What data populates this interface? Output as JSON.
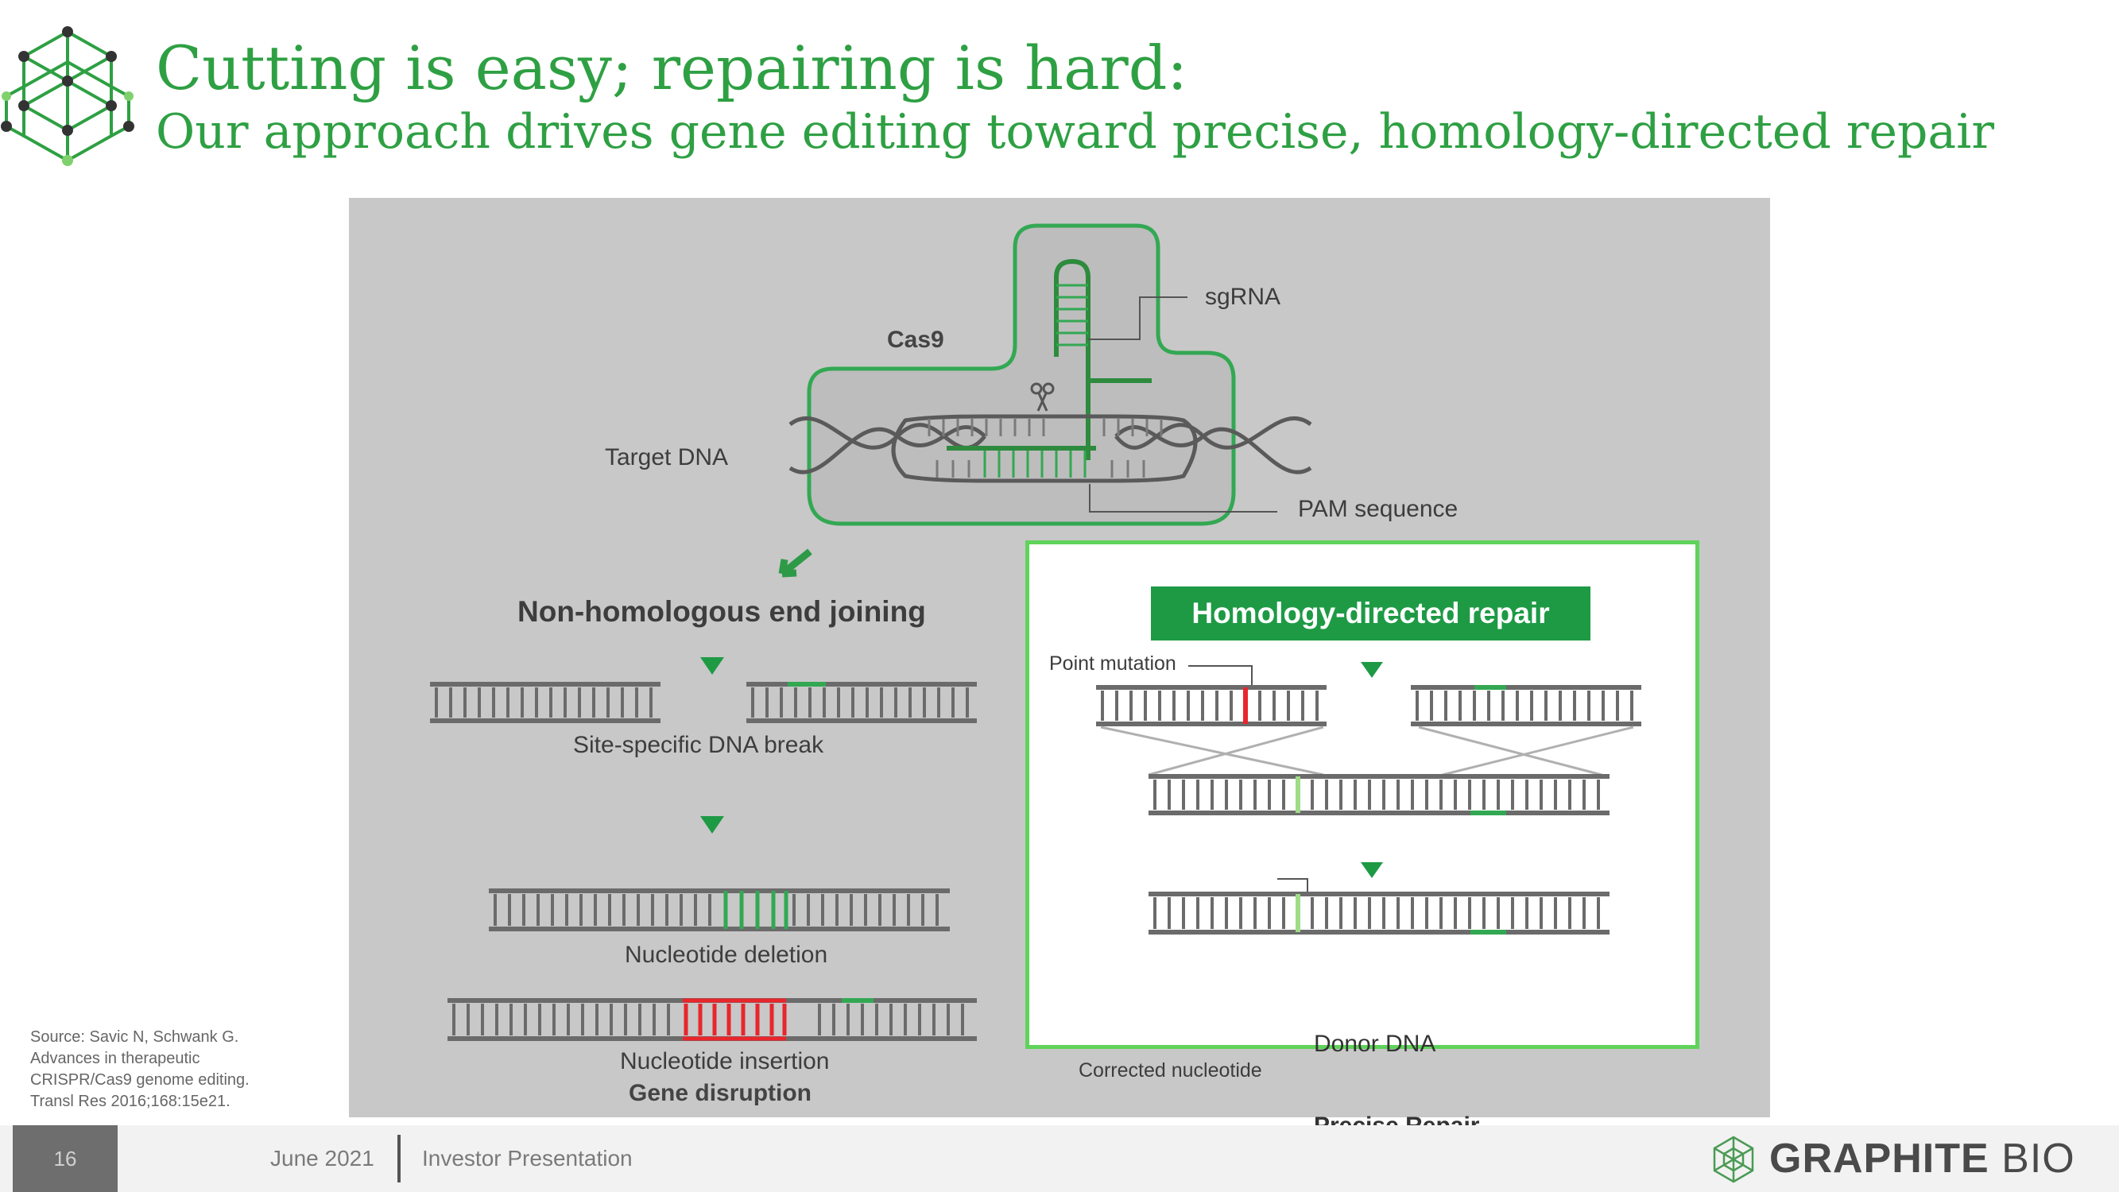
{
  "slide": {
    "title": "Cutting is easy; repairing is hard:",
    "subtitle": "Our approach drives gene editing toward precise, homology-directed repair"
  },
  "diagram": {
    "cas9_label": "Cas9",
    "sgrna_label": "sgRNA",
    "target_dna_label": "Target DNA",
    "pam_label": "PAM sequence",
    "nhej": {
      "title": "Non-homologous end joining",
      "break_label": "Site-specific DNA break",
      "deletion_label": "Nucleotide deletion",
      "insertion_label": "Nucleotide insertion",
      "outcome_label": "Gene disruption"
    },
    "hdr": {
      "title": "Homology-directed repair",
      "point_mutation_label": "Point mutation",
      "donor_label": "Donor DNA",
      "corrected_label": "Corrected nucleotide",
      "outcome_label": "Precise Repair"
    }
  },
  "source": {
    "line1": "Source: Savic N, Schwank G.",
    "line2": "Advances in therapeutic",
    "line3": "CRISPR/Cas9 genome editing.",
    "line4": "Transl Res 2016;168:15e21."
  },
  "footer": {
    "page_number": "16",
    "date": "June 2021",
    "presentation": "Investor Presentation",
    "brand_bold": "GRAPHITE",
    "brand_light": "BIO"
  },
  "colors": {
    "brand_green": "#2ea043",
    "hdr_green": "#1e9a45",
    "box_border": "#5fd35a",
    "dna_gray": "#6b6b6b",
    "mutation_red": "#e8262c"
  }
}
